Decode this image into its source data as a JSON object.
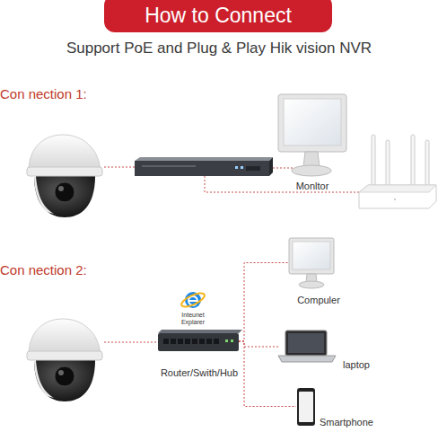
{
  "diagram": {
    "title": "How to Connect",
    "nodes": [
      {
        "text": [
          "Monltor"
        ]
      },
      {
        "text": [
          "Compuler"
        ]
      },
      {
        "text": [
          "Router/Swith/Hub"
        ]
      },
      {
        "text": [
          "laptop"
        ]
      },
      {
        "text": [
          "Smartphone"
        ]
      }
    ],
    "edges": [
      {
        "from": 2,
        "to": 1,
        "arrow": "none"
      },
      {
        "from": 2,
        "to": 3,
        "arrow": "none"
      },
      {
        "from": 2,
        "to": 4,
        "arrow": "none"
      }
    ],
    "labels": [
      "Support PoE and Plug & Play Hik vision NVR",
      "Con nection 1:",
      "Con nection 2:",
      "Inteunet Explarer"
    ]
  }
}
